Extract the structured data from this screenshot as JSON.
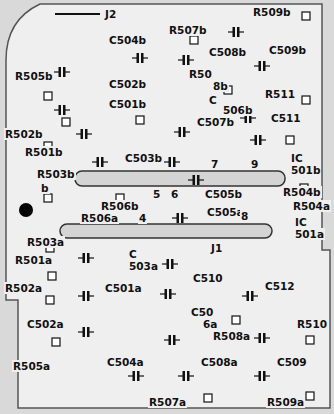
{
  "diagram": {
    "labels": [
      "J2",
      "R507b",
      "R509b",
      "C504b",
      "C508b",
      "C509b",
      "R505b",
      "R50",
      "8b",
      "C502b",
      "C501b",
      "C",
      "506b",
      "C507b",
      "C511",
      "R511",
      "R502b",
      "R501b",
      "C503b",
      "7",
      "9",
      "IC",
      "501b",
      "R504b",
      "5",
      "6",
      "C505b",
      "R503b",
      "b",
      "R506b",
      "R504a",
      "R506a",
      "4",
      "C505a",
      "8",
      "IC",
      "501a",
      "R503a",
      "J1",
      "R501a",
      "C",
      "503a",
      "R502a",
      "C501a",
      "C510",
      "C512",
      "C50",
      "6a",
      "R508a",
      "R510",
      "C502a",
      "R505a",
      "C504a",
      "C508a",
      "C509",
      "R507a",
      "R509a"
    ]
  }
}
